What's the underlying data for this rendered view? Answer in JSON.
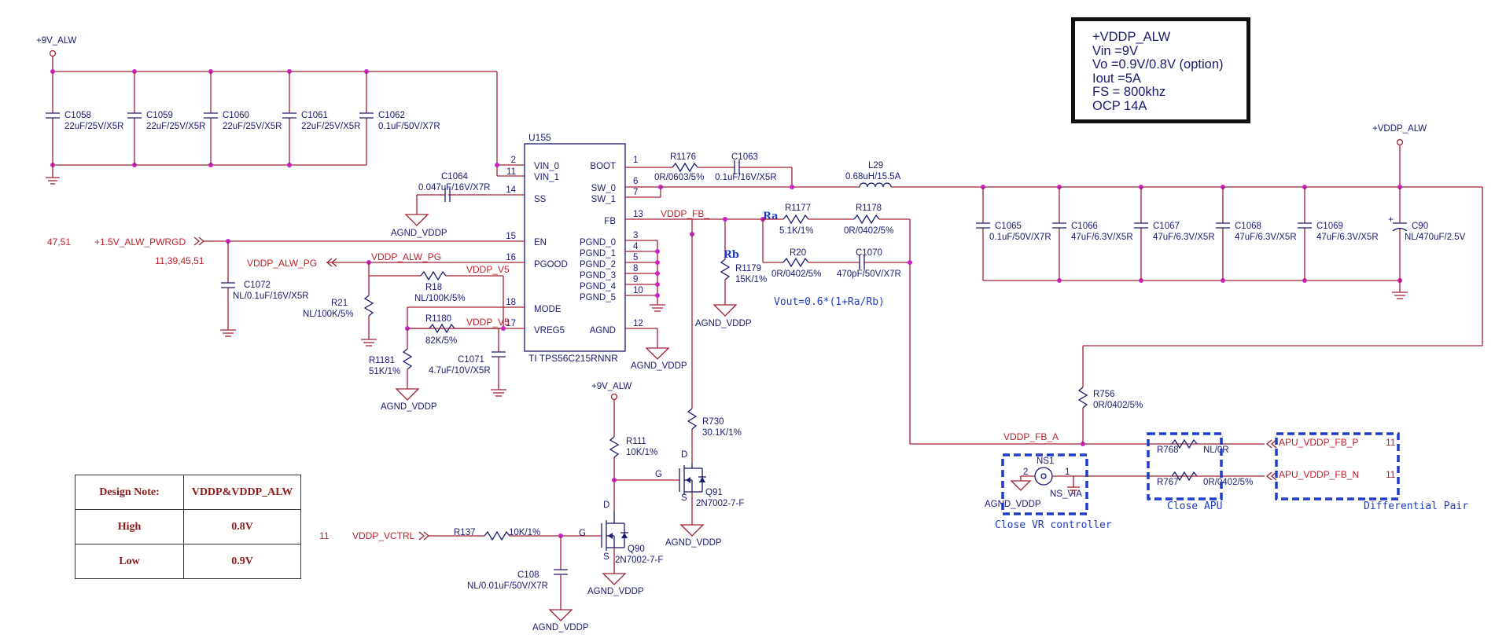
{
  "ic": {
    "ref": "U155",
    "part": "TI TPS56C215RNNR",
    "pins_left": [
      {
        "num": "2",
        "name": "VIN_0"
      },
      {
        "num": "11",
        "name": "VIN_1"
      },
      {
        "num": "14",
        "name": "SS"
      },
      {
        "num": "15",
        "name": "EN"
      },
      {
        "num": "16",
        "name": "PGOOD"
      },
      {
        "num": "18",
        "name": "MODE"
      },
      {
        "num": "17",
        "name": "VREG5"
      }
    ],
    "pins_right": [
      {
        "num": "1",
        "name": "BOOT"
      },
      {
        "num": "6",
        "name": "SW_0"
      },
      {
        "num": "7",
        "name": "SW_1"
      },
      {
        "num": "13",
        "name": "FB"
      },
      {
        "num": "3",
        "name": "PGND_0"
      },
      {
        "num": "4",
        "name": "PGND_1"
      },
      {
        "num": "5",
        "name": "PGND_2"
      },
      {
        "num": "8",
        "name": "PGND_3"
      },
      {
        "num": "9",
        "name": "PGND_4"
      },
      {
        "num": "10",
        "name": "PGND_5"
      },
      {
        "num": "12",
        "name": "AGND"
      }
    ]
  },
  "rails": {
    "vin": "+9V_ALW",
    "vin2": "+9V_ALW",
    "vout": "+VDDP_ALW"
  },
  "input_caps": [
    {
      "ref": "C1058",
      "value": "22uF/25V/X5R"
    },
    {
      "ref": "C1059",
      "value": "22uF/25V/X5R"
    },
    {
      "ref": "C1060",
      "value": "22uF/25V/X5R"
    },
    {
      "ref": "C1061",
      "value": "22uF/25V/X5R"
    },
    {
      "ref": "C1062",
      "value": "0.1uF/50V/X7R"
    }
  ],
  "output_caps": [
    {
      "ref": "C1065",
      "value": "0.1uF/50V/X7R"
    },
    {
      "ref": "C1066",
      "value": "47uF/6.3V/X5R"
    },
    {
      "ref": "C1067",
      "value": "47uF/6.3V/X5R"
    },
    {
      "ref": "C1068",
      "value": "47uF/6.3V/X5R"
    },
    {
      "ref": "C1069",
      "value": "47uF/6.3V/X5R"
    },
    {
      "ref": "C90",
      "value": "NL/470uF/2.5V"
    }
  ],
  "parts": {
    "c1064": {
      "ref": "C1064",
      "value": "0.047uF/16V/X7R"
    },
    "c1072": {
      "ref": "C1072",
      "value": "NL/0.1uF/16V/X5R"
    },
    "r21": {
      "ref": "R21",
      "value": "NL/100K/5%"
    },
    "r18": {
      "ref": "R18",
      "value": "NL/100K/5%"
    },
    "r1180": {
      "ref": "R1180",
      "value": "82K/5%"
    },
    "r1181": {
      "ref": "R1181",
      "value": "51K/1%"
    },
    "c1071": {
      "ref": "C1071",
      "value": "4.7uF/10V/X5R"
    },
    "r1176": {
      "ref": "R1176",
      "value": "0R/0603/5%"
    },
    "c1063": {
      "ref": "C1063",
      "value": "0.1uF/16V/X5R"
    },
    "l29": {
      "ref": "L29",
      "value": "0.68uH/15.5A"
    },
    "r1177": {
      "ref": "R1177",
      "value": "5.1K/1%"
    },
    "r1178": {
      "ref": "R1178",
      "value": "0R/0402/5%"
    },
    "r20": {
      "ref": "R20",
      "value": "0R/0402/5%"
    },
    "c1070": {
      "ref": "C1070",
      "value": "470pF/50V/X7R"
    },
    "r1179": {
      "ref": "R1179",
      "value": "15K/1%"
    },
    "r730": {
      "ref": "R730",
      "value": "30.1K/1%"
    },
    "r111": {
      "ref": "R111",
      "value": "10K/1%"
    },
    "q91": {
      "ref": "Q91",
      "value": "2N7002-7-F"
    },
    "q90": {
      "ref": "Q90",
      "value": "2N7002-7-F"
    },
    "r137": {
      "ref": "R137",
      "value": "10K/1%"
    },
    "c108": {
      "ref": "C108",
      "value": "NL/0.01uF/50V/X7R"
    },
    "r756": {
      "ref": "R756",
      "value": "0R/0402/5%"
    },
    "r768": {
      "ref": "R768",
      "value": "NL/0R"
    },
    "r767": {
      "ref": "R767",
      "value": "0R/0402/5%"
    },
    "ns1": {
      "ref": "NS1",
      "value": "NS_VIA",
      "pin2": "2",
      "pin1": "1"
    }
  },
  "nets": {
    "agnd": "AGND_VDDP",
    "pwrgd": "+1.5V_ALW_PWRGD",
    "pwrgd_ref": "47,51",
    "pg": "VDDP_ALW_PG",
    "pg_ref": "11,39,45,51",
    "pg_inner": "VDDP_ALW_PG",
    "v5a": "VDDP_V5",
    "v5b": "VDDP_V5",
    "fb": "VDDP_FB_",
    "fba": "VDDP_FB_A",
    "vctrl": "VDDP_VCTRL",
    "vctrl_ref": "11",
    "apu_p": "APU_VDDP_FB_P",
    "apu_n": "APU_VDDP_FB_N",
    "apu_p_ref": "11",
    "apu_n_ref": "11"
  },
  "annotations": {
    "ra": "Ra",
    "rb": "Rb",
    "formula": "Vout=0.6*(1+Ra/Rb)",
    "close_vr": "Close VR controller",
    "close_apu": "Close APU",
    "diff_pair": "Differential Pair",
    "mos_d": "D",
    "mos_g": "G",
    "mos_s": "S"
  },
  "spec_box": [
    "+VDDP_ALW",
    "Vin =9V",
    "Vo =0.9V/0.8V (option)",
    "Iout =5A",
    "FS = 800khz",
    "OCP 14A"
  ],
  "design_note": {
    "header": [
      "Design Note:",
      "VDDP&VDDP_ALW"
    ],
    "rows": [
      [
        "High",
        "0.8V"
      ],
      [
        "Low",
        "0.9V"
      ]
    ]
  }
}
